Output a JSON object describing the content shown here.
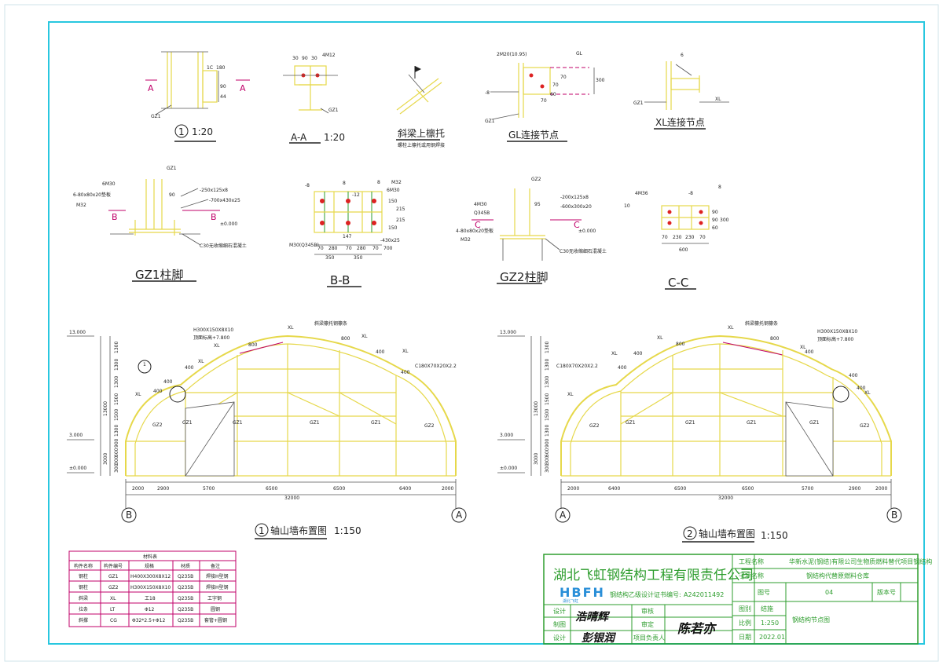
{
  "details": {
    "d1_title": "1:20",
    "d1_num": "1",
    "aa_title": "A-A",
    "aa_scale": "1:20",
    "purlin_title": "斜梁上檩托",
    "purlin_note": "螺栓上檩托或用钢焊接",
    "gl_title": "GL连接节点",
    "xl_title": "XL连接节点",
    "gz1_title": "GZ1柱脚",
    "bb_title": "B-B",
    "gz2_title": "GZ2柱脚",
    "cc_title": "C-C"
  },
  "detail_labels": {
    "d1": [
      "A",
      "A",
      "GZ1",
      "1C",
      "180",
      "90",
      "44"
    ],
    "aa": [
      "30",
      "90",
      "30",
      "4M12",
      "GZ1"
    ],
    "gl": [
      "2M20(10.95)",
      "GL",
      "-8",
      "GZ1",
      "70",
      "70",
      "300",
      "60",
      "70"
    ],
    "xl": [
      "6",
      "GZ1",
      "XL"
    ],
    "gz1": [
      "GZ1",
      "6M30",
      "6-80x80x20垫板",
      "M32",
      "-250x125x8",
      "-700x430x25",
      "±0.000",
      "C30无收缩细石混凝土",
      "B",
      "B",
      "90"
    ],
    "bb": [
      "-8",
      "8",
      "-12",
      "8",
      "6M30",
      "M32",
      "147",
      "70",
      "280",
      "70",
      "280",
      "70",
      "350",
      "350",
      "700",
      "M30(Q345B)",
      "-430x25",
      "150",
      "215",
      "215",
      "150"
    ],
    "gz2": [
      "GZ2",
      "4M30",
      "Q345B",
      "4-80x80x20垫板",
      "M32",
      "-200x125x8",
      "-600x300x20",
      "±0.000",
      "C30无收缩细石混凝土",
      "C",
      "C",
      "95"
    ],
    "cc": [
      "4M36",
      "10",
      "-8",
      "8",
      "70",
      "230",
      "230",
      "70",
      "600",
      "90",
      "90",
      "60",
      "300"
    ]
  },
  "elevation1": {
    "title": "轴山墙布置图",
    "num": "1",
    "scale": "1:150",
    "axis_left": "B",
    "axis_right": "A",
    "levels": [
      "13.000",
      "3.000",
      "±0.000"
    ],
    "vert_dims": [
      "1300",
      "1300",
      "1300",
      "1500",
      "1500",
      "1300",
      "900",
      "600",
      "300",
      "300",
      "13000",
      "3000"
    ],
    "dims": [
      "2000",
      "2900",
      "5700",
      "6500",
      "6500",
      "6400",
      "2000"
    ],
    "total": "32000",
    "labels": [
      "H300X150X8X10",
      "顶面标高+7.800",
      "XL",
      "XL",
      "XL",
      "XL",
      "XL",
      "XL",
      "斜梁檩托钢檩条",
      "800",
      "800",
      "400",
      "400",
      "400",
      "400",
      "400",
      "C180X70X20X2.2",
      "GZ2",
      "GZ1",
      "GZ1",
      "GZ1",
      "GZ1",
      "GZ2",
      "1"
    ]
  },
  "elevation2": {
    "title": "轴山墙布置图",
    "num": "2",
    "scale": "1:150",
    "axis_left": "A",
    "axis_right": "B",
    "levels": [
      "13.000",
      "3.000",
      "±0.000"
    ],
    "vert_dims": [
      "1300",
      "1300",
      "1300",
      "1500",
      "1500",
      "1300",
      "900",
      "600",
      "300",
      "300",
      "13000",
      "3000"
    ],
    "dims": [
      "2000",
      "6400",
      "6500",
      "6500",
      "5700",
      "2900",
      "2000"
    ],
    "total": "32000",
    "labels": [
      "H300X150X8X10",
      "顶面标高+7.800",
      "XL",
      "XL",
      "XL",
      "XL",
      "XL",
      "XL",
      "斜梁檩托钢檩条",
      "800",
      "800",
      "400",
      "400",
      "400",
      "400",
      "400",
      "C180X70X20X2.2",
      "GZ2",
      "GZ1",
      "GZ1",
      "GZ1",
      "GZ1",
      "GZ2"
    ]
  },
  "materials": {
    "title": "材料表",
    "headers": [
      "构件名称",
      "构件编号",
      "规格",
      "材质",
      "备注"
    ],
    "rows": [
      [
        "钢柱",
        "GZ1",
        "H400X300X8X12",
        "Q235B",
        "焊接H型钢"
      ],
      [
        "钢柱",
        "GZ2",
        "H300X150X8X10",
        "Q235B",
        "焊接H型钢"
      ],
      [
        "斜梁",
        "XL",
        "工18",
        "Q235B",
        "工字钢"
      ],
      [
        "拉条",
        "LT",
        "Φ12",
        "Q235B",
        "圆钢"
      ],
      [
        "斜撑",
        "CG",
        "Φ32*2.5+Φ12",
        "Q235B",
        "套管+圆钢"
      ]
    ]
  },
  "title_block": {
    "company": "湖北飞虹钢结构工程有限责任公司",
    "logo": "HBFH",
    "logo_sub": "湖北飞虹",
    "cert_label": "钢结构乙级设计证书编号:",
    "cert_no": "A242011492",
    "rows_left": [
      "设计",
      "制图",
      "设计"
    ],
    "rows_mid": [
      "审核",
      "审定",
      "项目负责人"
    ],
    "sign1": "浩晴辉",
    "sign2": "彭银润",
    "sign3": "陈若亦",
    "project_label": "工程名称",
    "project": "华新水泥(钢结)有限公司生物质燃料替代项目钢结构",
    "sub_label": "子项名称",
    "sub": "钢结构代替原燃料仓库",
    "tu_label": "图号",
    "tu": "04",
    "ver_label": "版本号",
    "stage_label": "图别",
    "stage": "结施",
    "scale_label": "比例",
    "scale": "1:250",
    "date_label": "日期",
    "date": "2022.01",
    "drawing_name": "钢结构节点图"
  }
}
